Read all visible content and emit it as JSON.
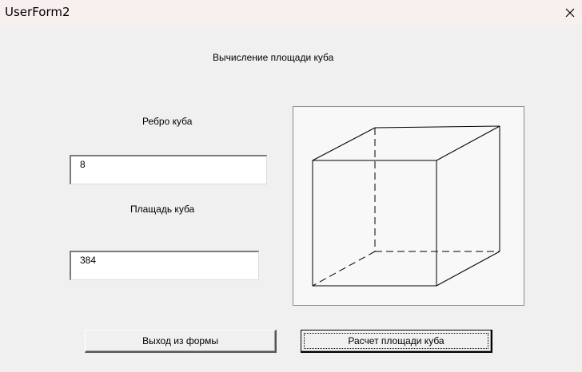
{
  "window": {
    "title": "UserForm2"
  },
  "form": {
    "heading": "Вычисление площади куба",
    "edge_label": "Ребро куба",
    "edge_value": "8",
    "area_label": "Плащадь куба",
    "area_value": "384"
  },
  "image": {
    "icon": "cube-wireframe-icon"
  },
  "buttons": {
    "exit_label": "Выход из формы",
    "calc_label": "Расчет площади куба"
  }
}
